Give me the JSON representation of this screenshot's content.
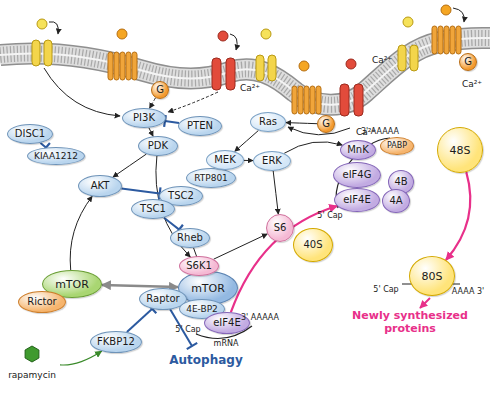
{
  "diagram": {
    "nodes": [
      {
        "text": [
          "G"
        ]
      },
      {
        "text": [
          "PI3K"
        ]
      },
      {
        "text": [
          "PTEN"
        ]
      },
      {
        "text": [
          "PDK"
        ]
      },
      {
        "text": [
          "DISC1"
        ]
      },
      {
        "text": [
          "KIAA1212"
        ]
      },
      {
        "text": [
          "AKT"
        ]
      },
      {
        "text": [
          "RTP801"
        ]
      },
      {
        "text": [
          "TSC2"
        ]
      },
      {
        "text": [
          "TSC1"
        ]
      },
      {
        "text": [
          "Rheb"
        ]
      },
      {
        "text": [
          "G"
        ]
      },
      {
        "text": [
          "Ras"
        ]
      },
      {
        "text": [
          "MEK"
        ]
      },
      {
        "text": [
          "ERK"
        ]
      },
      {
        "text": [
          "MnK"
        ]
      },
      {
        "text": [
          "PABP"
        ]
      },
      {
        "text": [
          "eIF4G"
        ]
      },
      {
        "text": [
          "4B"
        ]
      },
      {
        "text": [
          "eIF4E"
        ]
      },
      {
        "text": [
          "4A"
        ]
      },
      {
        "text": [
          "48S"
        ]
      },
      {
        "text": [
          "G"
        ]
      },
      {
        "text": [
          "S6K1"
        ]
      },
      {
        "text": [
          "S6"
        ]
      },
      {
        "text": [
          "40S"
        ]
      },
      {
        "text": [
          "mTOR"
        ]
      },
      {
        "text": [
          "Rictor"
        ]
      },
      {
        "text": [
          "mTOR"
        ]
      },
      {
        "text": [
          "Raptor"
        ]
      },
      {
        "text": [
          "4E-BP2"
        ]
      },
      {
        "text": [
          "eIF4E"
        ]
      },
      {
        "text": [
          "80S"
        ]
      },
      {
        "text": [
          "FKBP12"
        ]
      },
      {
        "text": [
          "rapamycin"
        ]
      }
    ],
    "edges": [
      {
        "from": 0,
        "to": 1,
        "arrow": "to"
      },
      {
        "from": 1,
        "to": 3,
        "arrow": "to"
      },
      {
        "from": 2,
        "to": 1,
        "arrow": "to"
      },
      {
        "from": 3,
        "to": 6,
        "arrow": "to"
      },
      {
        "from": 3,
        "to": 23,
        "arrow": "to"
      },
      {
        "from": 4,
        "to": 5,
        "arrow": "to"
      },
      {
        "from": 6,
        "to": 8,
        "arrow": "to"
      },
      {
        "from": 9,
        "to": 10,
        "arrow": "to"
      },
      {
        "from": 10,
        "to": 28,
        "arrow": "to"
      },
      {
        "from": 26,
        "to": 6,
        "arrow": "to"
      },
      {
        "from": 26,
        "to": 28,
        "arrow": "both"
      },
      {
        "from": 33,
        "to": 29,
        "arrow": "to"
      },
      {
        "from": 34,
        "to": 33,
        "arrow": "to"
      },
      {
        "from": 11,
        "to": 12,
        "arrow": "to"
      },
      {
        "from": 12,
        "to": 13,
        "arrow": "to"
      },
      {
        "from": 13,
        "to": 14,
        "arrow": "to"
      },
      {
        "from": 14,
        "to": 15,
        "arrow": "to"
      },
      {
        "from": 14,
        "to": 24,
        "arrow": "to"
      },
      {
        "from": 23,
        "to": 24,
        "arrow": "to"
      },
      {
        "from": 31,
        "to": 19,
        "arrow": "to"
      },
      {
        "from": 21,
        "to": 32,
        "arrow": "to"
      }
    ],
    "labels": [
      "Ca²⁺",
      "Ca²⁺",
      "Ca²⁺",
      "Ca²⁺",
      "5' Cap",
      "3' AAAAA",
      "mRNA",
      "3' AAAAA",
      "5' Cap",
      "5' Cap",
      "AAAA 3'",
      "Autophagy",
      "Newly synthesized proteins"
    ]
  }
}
